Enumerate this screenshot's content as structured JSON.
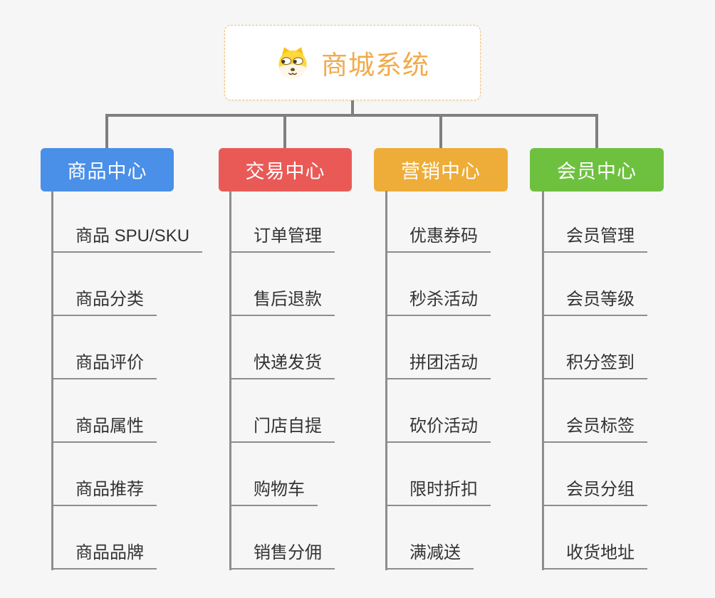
{
  "background": "#f6f6f6",
  "connector_color": "#7f7f7f",
  "leaf_line_color": "#8d8d8d",
  "root": {
    "title": "商城系统",
    "icon": "dog-face-icon",
    "text_color": "#f0ab4c",
    "border_color": "#f3c06e"
  },
  "branches": [
    {
      "id": "product-center",
      "label": "商品中心",
      "color": "#4a8fe8",
      "children": [
        "商品 SPU/SKU",
        "商品分类",
        "商品评价",
        "商品属性",
        "商品推荐",
        "商品品牌"
      ]
    },
    {
      "id": "trade-center",
      "label": "交易中心",
      "color": "#e95a57",
      "children": [
        "订单管理",
        "售后退款",
        "快递发货",
        "门店自提",
        "购物车",
        "销售分佣"
      ]
    },
    {
      "id": "marketing-center",
      "label": "营销中心",
      "color": "#eead38",
      "children": [
        "优惠券码",
        "秒杀活动",
        "拼团活动",
        "砍价活动",
        "限时折扣",
        "满减送"
      ]
    },
    {
      "id": "member-center",
      "label": "会员中心",
      "color": "#6ec13f",
      "children": [
        "会员管理",
        "会员等级",
        "积分签到",
        "会员标签",
        "会员分组",
        "收货地址"
      ]
    }
  ]
}
